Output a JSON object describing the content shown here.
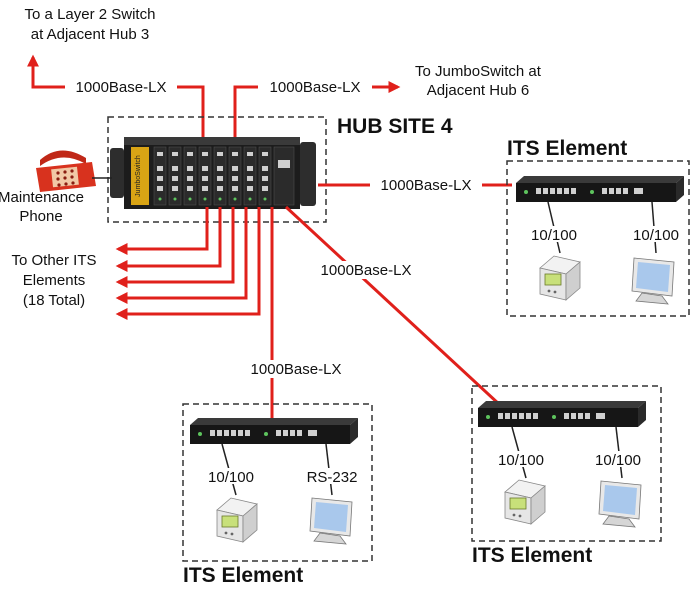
{
  "hub": {
    "title": "HUB SITE 4",
    "brand": "JumboSwitch"
  },
  "top_left": {
    "line1": "To a Layer 2 Switch",
    "line2": "at Adjacent Hub 3",
    "link": "1000Base-LX"
  },
  "top_right": {
    "line1": "To JumboSwitch at",
    "line2": "Adjacent Hub 6",
    "link": "1000Base-LX"
  },
  "phone": {
    "line1": "Maintenance",
    "line2": "Phone"
  },
  "other": {
    "line1": "To Other ITS",
    "line2": "Elements",
    "line3": "(18 Total)"
  },
  "links": {
    "right": "1000Base-LX",
    "diag": "1000Base-LX",
    "bottom": "1000Base-LX"
  },
  "elements": [
    {
      "title": "ITS Element",
      "port_left": "10/100",
      "port_right": "10/100"
    },
    {
      "title": "ITS Element",
      "port_left": "10/100",
      "port_right": "RS-232"
    },
    {
      "title": "ITS Element",
      "port_left": "10/100",
      "port_right": "10/100"
    }
  ],
  "colors": {
    "link_red": "#e0201b",
    "chassis": "#1c1c1c",
    "phone_red": "#d8321e",
    "monitor_blue": "#a9c8ec",
    "device_green": "#c8e07a"
  }
}
